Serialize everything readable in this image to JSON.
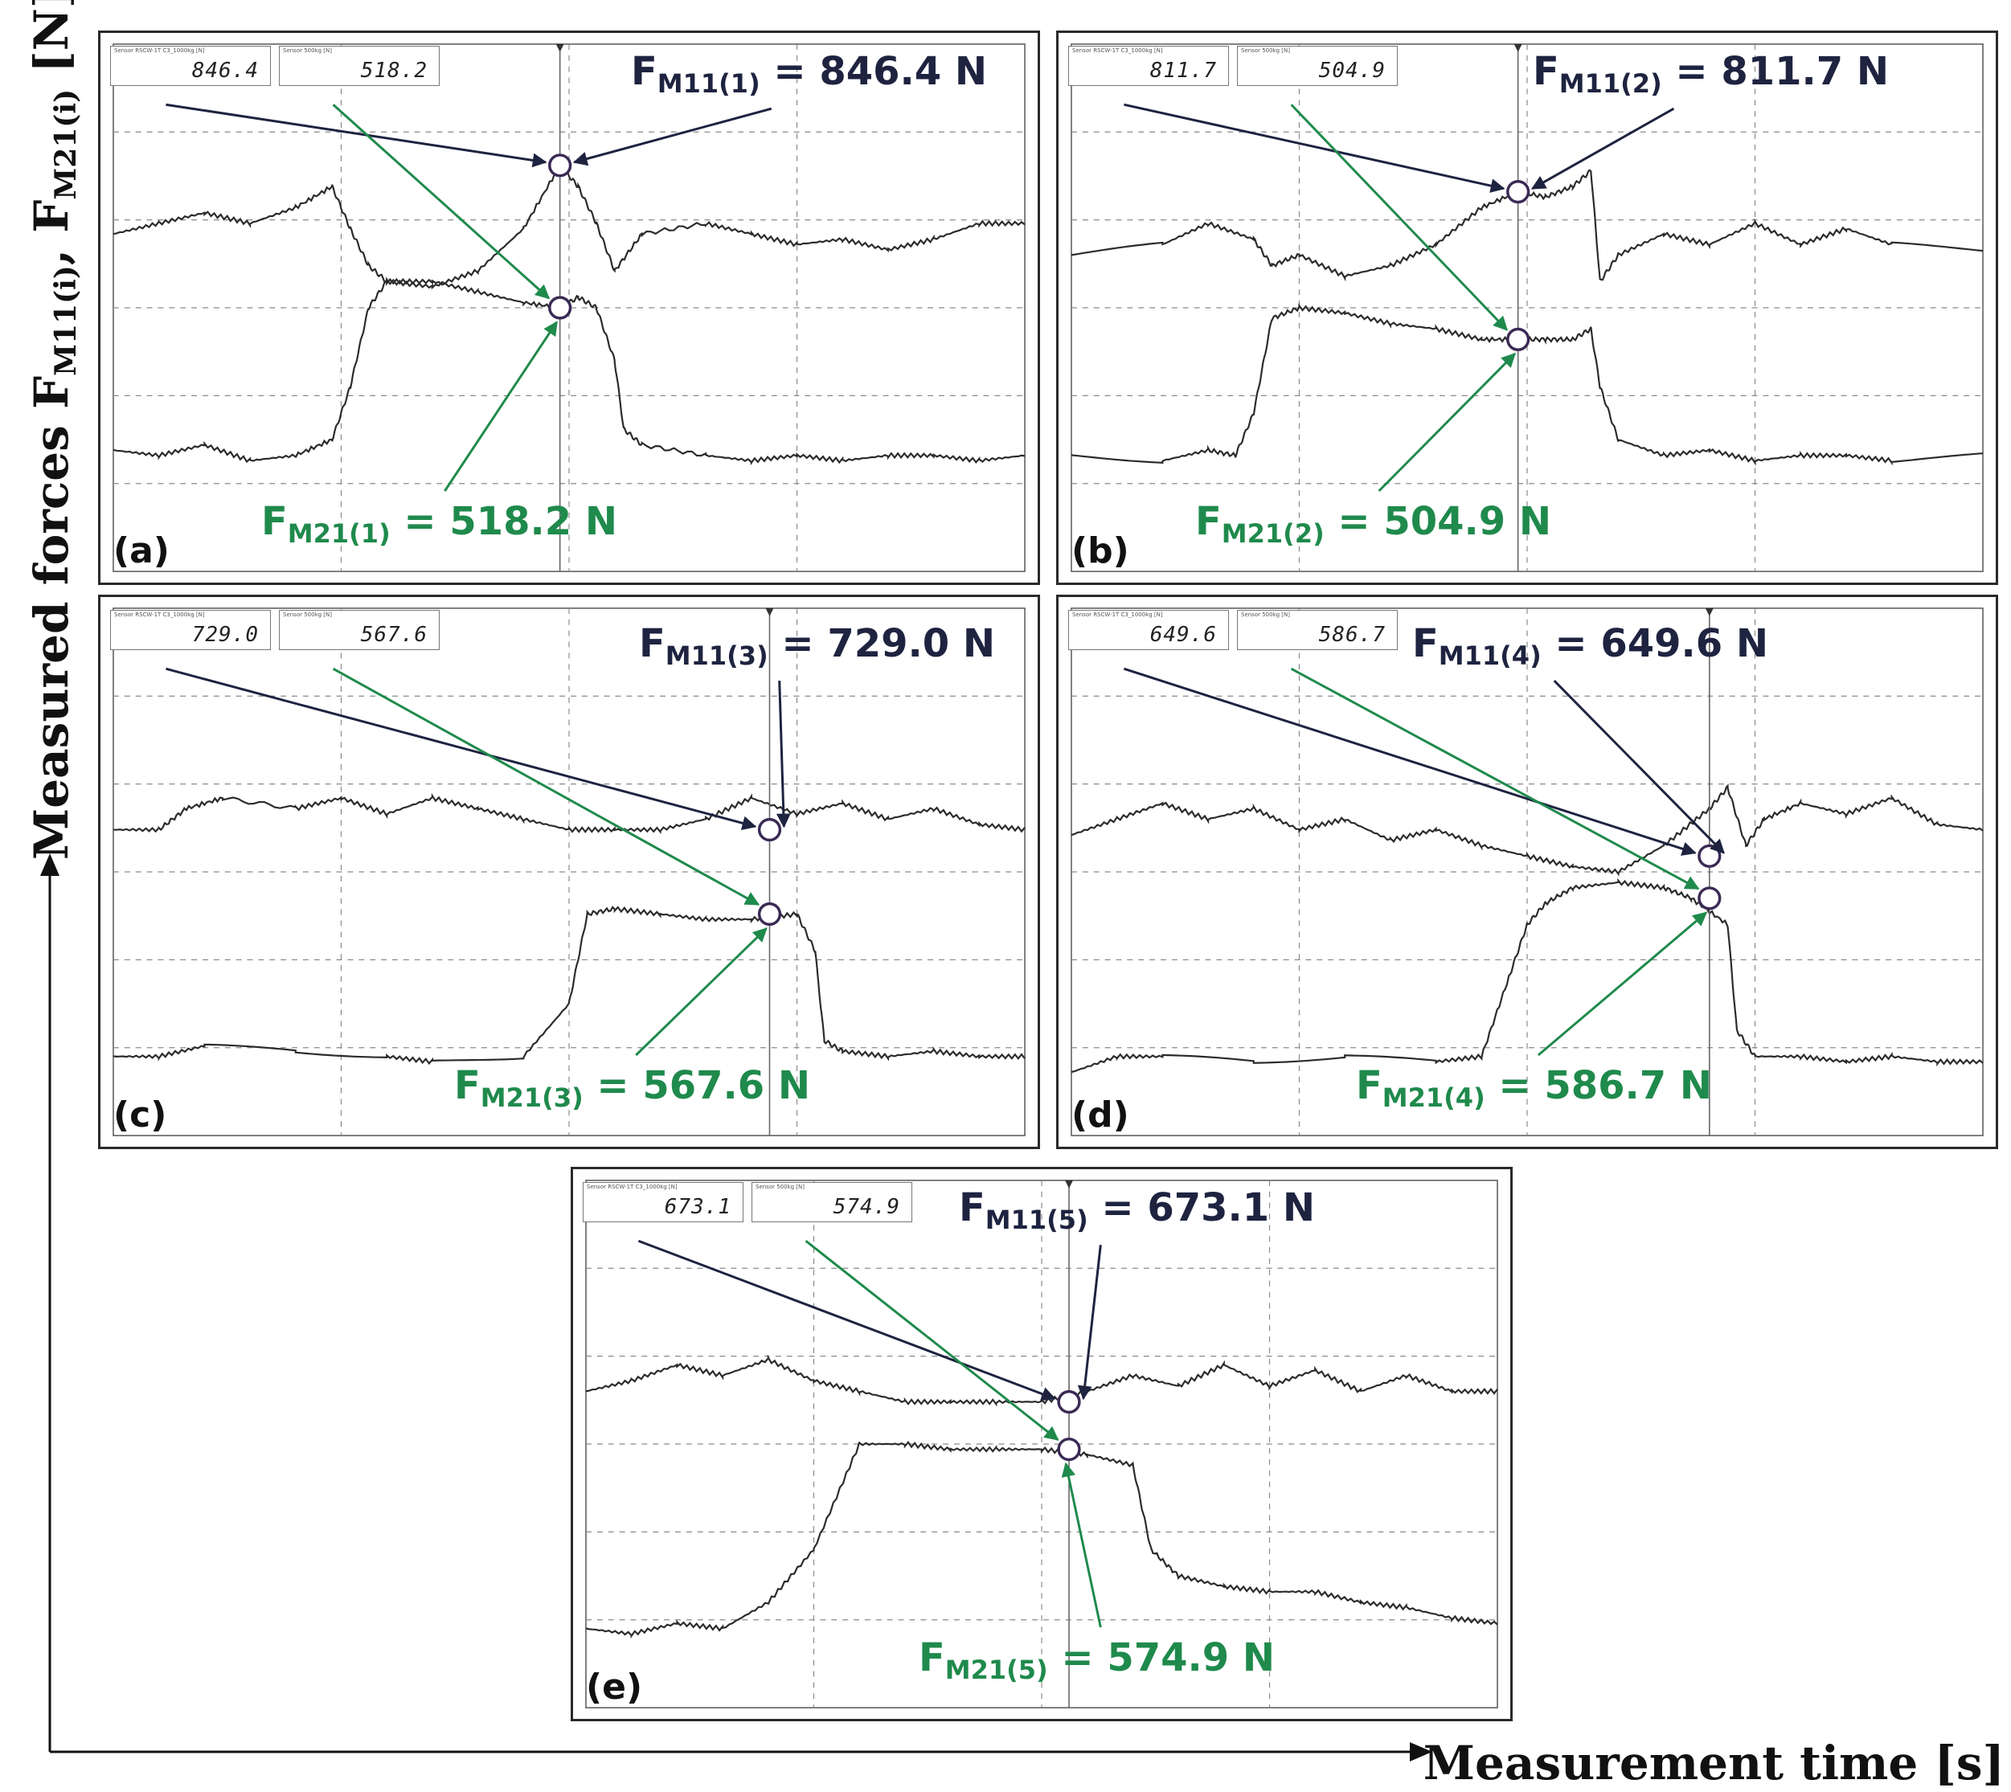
{
  "figure": {
    "y_axis_label": "Measured forces F",
    "y_axis_sub1": "M11(i)",
    "y_axis_sep": ", F",
    "y_axis_sub2": "M21(i)",
    "y_axis_unit": " [N]",
    "x_axis_label": "Measurement time [s]"
  },
  "colors": {
    "trace": "#2b2b2b",
    "grid": "#8a8a8a",
    "arrow_upper": "#1e2340",
    "arrow_lower": "#1f8a4c",
    "marker": "#3a2a55"
  },
  "panels": [
    {
      "label": "(a)",
      "readout1_caption": "Sensor RSCW-1T C3_1000kg [N]",
      "readout1_value": "846.4",
      "readout2_caption": "Sensor 500kg [N]",
      "readout2_value": "518.2",
      "upper_prefix": "F",
      "upper_sub": "M11(1)",
      "upper_value": " = 846.4 N",
      "lower_prefix": "F",
      "lower_sub": "M21(1)",
      "lower_value": " = 518.2 N"
    },
    {
      "label": "(b)",
      "readout1_caption": "Sensor RSCW-1T C3_1000kg [N]",
      "readout1_value": "811.7",
      "readout2_caption": "Sensor 500kg [N]",
      "readout2_value": "504.9",
      "upper_prefix": "F",
      "upper_sub": "M11(2)",
      "upper_value": " = 811.7 N",
      "lower_prefix": "F",
      "lower_sub": "M21(2)",
      "lower_value": " = 504.9 N"
    },
    {
      "label": "(c)",
      "readout1_caption": "Sensor RSCW-1T C3_1000kg [N]",
      "readout1_value": "729.0",
      "readout2_caption": "Sensor 500kg [N]",
      "readout2_value": "567.6",
      "upper_prefix": "F",
      "upper_sub": "M11(3)",
      "upper_value": " = 729.0 N",
      "lower_prefix": "F",
      "lower_sub": "M21(3)",
      "lower_value": " = 567.6 N"
    },
    {
      "label": "(d)",
      "readout1_caption": "Sensor RSCW-1T C3_1000kg [N]",
      "readout1_value": "649.6",
      "readout2_caption": "Sensor 500kg [N]",
      "readout2_value": "586.7",
      "upper_prefix": "F",
      "upper_sub": "M11(4)",
      "upper_value": " = 649.6 N",
      "lower_prefix": "F",
      "lower_sub": "M21(4)",
      "lower_value": " = 586.7 N"
    },
    {
      "label": "(e)",
      "readout1_caption": "Sensor RSCW-1T C3_1000kg [N]",
      "readout1_value": "673.1",
      "readout2_caption": "Sensor 500kg [N]",
      "readout2_value": "574.9",
      "upper_prefix": "F",
      "upper_sub": "M11(5)",
      "upper_value": " = 673.1 N",
      "lower_prefix": "F",
      "lower_sub": "M21(5)",
      "lower_value": " = 574.9 N"
    }
  ],
  "chart_data": [
    {
      "type": "line",
      "panel": "(a)",
      "series": [
        {
          "name": "",
          "points": [
            [
              0,
              0.64
            ],
            [
              0.05,
              0.66
            ],
            [
              0.1,
              0.68
            ],
            [
              0.15,
              0.66
            ],
            [
              0.2,
              0.69
            ],
            [
              0.24,
              0.73
            ],
            [
              0.26,
              0.65
            ],
            [
              0.28,
              0.58
            ],
            [
              0.3,
              0.55
            ],
            [
              0.35,
              0.54
            ],
            [
              0.4,
              0.57
            ],
            [
              0.45,
              0.65
            ],
            [
              0.49,
              0.77
            ],
            [
              0.51,
              0.73
            ],
            [
              0.53,
              0.66
            ],
            [
              0.55,
              0.57
            ],
            [
              0.58,
              0.64
            ],
            [
              0.65,
              0.66
            ],
            [
              0.7,
              0.64
            ],
            [
              0.75,
              0.62
            ],
            [
              0.8,
              0.63
            ],
            [
              0.85,
              0.61
            ],
            [
              0.9,
              0.63
            ],
            [
              0.95,
              0.66
            ],
            [
              1.0,
              0.66
            ]
          ]
        },
        {
          "name": "",
          "points": [
            [
              0,
              0.23
            ],
            [
              0.05,
              0.22
            ],
            [
              0.1,
              0.24
            ],
            [
              0.15,
              0.21
            ],
            [
              0.2,
              0.22
            ],
            [
              0.24,
              0.25
            ],
            [
              0.26,
              0.35
            ],
            [
              0.28,
              0.5
            ],
            [
              0.3,
              0.55
            ],
            [
              0.35,
              0.55
            ],
            [
              0.4,
              0.53
            ],
            [
              0.45,
              0.51
            ],
            [
              0.49,
              0.5
            ],
            [
              0.51,
              0.52
            ],
            [
              0.53,
              0.5
            ],
            [
              0.55,
              0.4
            ],
            [
              0.56,
              0.27
            ],
            [
              0.58,
              0.24
            ],
            [
              0.65,
              0.22
            ],
            [
              0.7,
              0.21
            ],
            [
              0.75,
              0.22
            ],
            [
              0.8,
              0.21
            ],
            [
              0.85,
              0.22
            ],
            [
              0.9,
              0.22
            ],
            [
              0.95,
              0.21
            ],
            [
              1.0,
              0.22
            ]
          ]
        }
      ],
      "cursor_x": 0.49
    },
    {
      "type": "line",
      "panel": "(b)",
      "series": [
        {
          "name": "",
          "points": [
            [
              0,
              0.6
            ],
            [
              0.1,
              0.62
            ],
            [
              0.15,
              0.66
            ],
            [
              0.2,
              0.63
            ],
            [
              0.22,
              0.58
            ],
            [
              0.25,
              0.6
            ],
            [
              0.3,
              0.56
            ],
            [
              0.35,
              0.58
            ],
            [
              0.4,
              0.62
            ],
            [
              0.45,
              0.69
            ],
            [
              0.49,
              0.72
            ],
            [
              0.52,
              0.71
            ],
            [
              0.55,
              0.73
            ],
            [
              0.57,
              0.76
            ],
            [
              0.58,
              0.55
            ],
            [
              0.6,
              0.6
            ],
            [
              0.65,
              0.64
            ],
            [
              0.7,
              0.62
            ],
            [
              0.75,
              0.66
            ],
            [
              0.8,
              0.62
            ],
            [
              0.85,
              0.65
            ],
            [
              0.9,
              0.62
            ],
            [
              1.0,
              0.61
            ]
          ]
        },
        {
          "name": "",
          "points": [
            [
              0,
              0.22
            ],
            [
              0.1,
              0.21
            ],
            [
              0.15,
              0.23
            ],
            [
              0.18,
              0.22
            ],
            [
              0.2,
              0.3
            ],
            [
              0.22,
              0.48
            ],
            [
              0.25,
              0.5
            ],
            [
              0.3,
              0.49
            ],
            [
              0.35,
              0.47
            ],
            [
              0.4,
              0.46
            ],
            [
              0.45,
              0.44
            ],
            [
              0.49,
              0.44
            ],
            [
              0.52,
              0.44
            ],
            [
              0.55,
              0.44
            ],
            [
              0.57,
              0.46
            ],
            [
              0.58,
              0.35
            ],
            [
              0.6,
              0.25
            ],
            [
              0.65,
              0.22
            ],
            [
              0.7,
              0.23
            ],
            [
              0.75,
              0.21
            ],
            [
              0.8,
              0.22
            ],
            [
              0.85,
              0.22
            ],
            [
              0.9,
              0.21
            ],
            [
              1.0,
              0.22
            ]
          ]
        }
      ],
      "cursor_x": 0.49
    },
    {
      "type": "line",
      "panel": "(c)",
      "series": [
        {
          "name": "",
          "points": [
            [
              0,
              0.58
            ],
            [
              0.05,
              0.58
            ],
            [
              0.08,
              0.62
            ],
            [
              0.12,
              0.64
            ],
            [
              0.2,
              0.62
            ],
            [
              0.25,
              0.64
            ],
            [
              0.3,
              0.61
            ],
            [
              0.35,
              0.64
            ],
            [
              0.4,
              0.62
            ],
            [
              0.45,
              0.6
            ],
            [
              0.5,
              0.58
            ],
            [
              0.55,
              0.58
            ],
            [
              0.6,
              0.58
            ],
            [
              0.65,
              0.6
            ],
            [
              0.7,
              0.64
            ],
            [
              0.75,
              0.61
            ],
            [
              0.8,
              0.63
            ],
            [
              0.85,
              0.6
            ],
            [
              0.9,
              0.62
            ],
            [
              0.95,
              0.59
            ],
            [
              1.0,
              0.58
            ]
          ]
        },
        {
          "name": "",
          "points": [
            [
              0,
              0.15
            ],
            [
              0.05,
              0.15
            ],
            [
              0.1,
              0.17
            ],
            [
              0.2,
              0.16
            ],
            [
              0.3,
              0.15
            ],
            [
              0.35,
              0.14
            ],
            [
              0.45,
              0.15
            ],
            [
              0.5,
              0.25
            ],
            [
              0.52,
              0.42
            ],
            [
              0.55,
              0.43
            ],
            [
              0.6,
              0.42
            ],
            [
              0.65,
              0.41
            ],
            [
              0.7,
              0.41
            ],
            [
              0.75,
              0.42
            ],
            [
              0.77,
              0.35
            ],
            [
              0.78,
              0.18
            ],
            [
              0.8,
              0.16
            ],
            [
              0.85,
              0.15
            ],
            [
              0.9,
              0.16
            ],
            [
              0.95,
              0.15
            ],
            [
              1.0,
              0.15
            ]
          ]
        }
      ],
      "cursor_x": 0.72
    },
    {
      "type": "line",
      "panel": "(d)",
      "series": [
        {
          "name": "",
          "points": [
            [
              0,
              0.57
            ],
            [
              0.05,
              0.6
            ],
            [
              0.1,
              0.63
            ],
            [
              0.15,
              0.6
            ],
            [
              0.2,
              0.62
            ],
            [
              0.25,
              0.58
            ],
            [
              0.3,
              0.6
            ],
            [
              0.35,
              0.56
            ],
            [
              0.4,
              0.58
            ],
            [
              0.45,
              0.55
            ],
            [
              0.5,
              0.53
            ],
            [
              0.55,
              0.51
            ],
            [
              0.6,
              0.5
            ],
            [
              0.65,
              0.55
            ],
            [
              0.7,
              0.62
            ],
            [
              0.72,
              0.66
            ],
            [
              0.74,
              0.55
            ],
            [
              0.76,
              0.6
            ],
            [
              0.8,
              0.63
            ],
            [
              0.85,
              0.61
            ],
            [
              0.9,
              0.64
            ],
            [
              0.95,
              0.59
            ],
            [
              1.0,
              0.58
            ]
          ]
        },
        {
          "name": "",
          "points": [
            [
              0,
              0.12
            ],
            [
              0.05,
              0.15
            ],
            [
              0.1,
              0.15
            ],
            [
              0.2,
              0.14
            ],
            [
              0.3,
              0.15
            ],
            [
              0.4,
              0.14
            ],
            [
              0.45,
              0.15
            ],
            [
              0.48,
              0.3
            ],
            [
              0.5,
              0.4
            ],
            [
              0.52,
              0.44
            ],
            [
              0.55,
              0.47
            ],
            [
              0.6,
              0.48
            ],
            [
              0.65,
              0.47
            ],
            [
              0.68,
              0.45
            ],
            [
              0.72,
              0.4
            ],
            [
              0.73,
              0.2
            ],
            [
              0.75,
              0.15
            ],
            [
              0.8,
              0.15
            ],
            [
              0.85,
              0.14
            ],
            [
              0.9,
              0.15
            ],
            [
              0.95,
              0.14
            ],
            [
              1.0,
              0.14
            ]
          ]
        }
      ],
      "cursor_x": 0.7
    },
    {
      "type": "line",
      "panel": "(e)",
      "series": [
        {
          "name": "",
          "points": [
            [
              0,
              0.6
            ],
            [
              0.05,
              0.62
            ],
            [
              0.1,
              0.65
            ],
            [
              0.15,
              0.63
            ],
            [
              0.2,
              0.66
            ],
            [
              0.25,
              0.62
            ],
            [
              0.3,
              0.6
            ],
            [
              0.35,
              0.58
            ],
            [
              0.4,
              0.58
            ],
            [
              0.45,
              0.58
            ],
            [
              0.5,
              0.58
            ],
            [
              0.55,
              0.6
            ],
            [
              0.6,
              0.63
            ],
            [
              0.65,
              0.61
            ],
            [
              0.7,
              0.65
            ],
            [
              0.75,
              0.61
            ],
            [
              0.8,
              0.64
            ],
            [
              0.85,
              0.6
            ],
            [
              0.9,
              0.63
            ],
            [
              0.95,
              0.6
            ],
            [
              1.0,
              0.6
            ]
          ]
        },
        {
          "name": "",
          "points": [
            [
              0,
              0.15
            ],
            [
              0.05,
              0.14
            ],
            [
              0.1,
              0.16
            ],
            [
              0.15,
              0.15
            ],
            [
              0.2,
              0.2
            ],
            [
              0.25,
              0.3
            ],
            [
              0.3,
              0.5
            ],
            [
              0.35,
              0.5
            ],
            [
              0.4,
              0.49
            ],
            [
              0.45,
              0.49
            ],
            [
              0.5,
              0.49
            ],
            [
              0.55,
              0.48
            ],
            [
              0.6,
              0.46
            ],
            [
              0.62,
              0.3
            ],
            [
              0.65,
              0.25
            ],
            [
              0.7,
              0.23
            ],
            [
              0.75,
              0.22
            ],
            [
              0.8,
              0.22
            ],
            [
              0.85,
              0.2
            ],
            [
              0.9,
              0.19
            ],
            [
              0.95,
              0.17
            ],
            [
              1.0,
              0.16
            ]
          ]
        }
      ],
      "cursor_x": 0.53
    }
  ]
}
